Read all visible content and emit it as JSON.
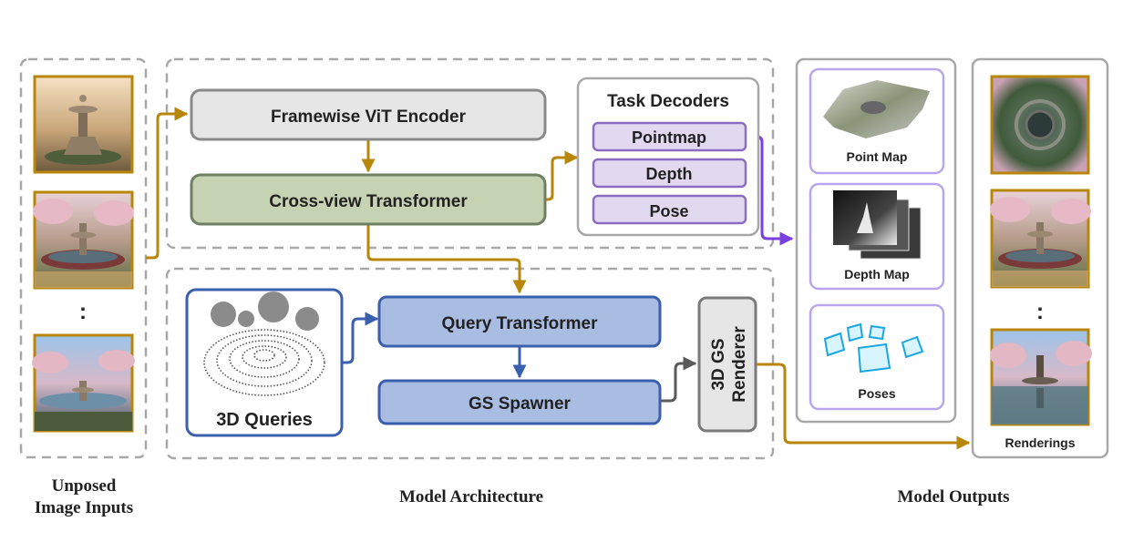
{
  "sections": {
    "inputs_caption_line1": "Unposed",
    "inputs_caption_line2": "Image Inputs",
    "architecture_caption": "Model Architecture",
    "outputs_caption": "Model Outputs"
  },
  "inputs": {
    "ellipsis": ":"
  },
  "encoder": {
    "framewise_vit": "Framewise ViT Encoder",
    "cross_view": "Cross-view Transformer"
  },
  "task_decoders": {
    "title": "Task Decoders",
    "items": [
      "Pointmap",
      "Depth",
      "Pose"
    ]
  },
  "gs_branch": {
    "queries_label": "3D Queries",
    "query_transformer": "Query Transformer",
    "gs_spawner": "GS Spawner",
    "renderer_line1": "3D GS",
    "renderer_line2": "Renderer"
  },
  "outputs": {
    "point_map": "Point Map",
    "depth_map": "Depth Map",
    "poses": "Poses",
    "renderings": "Renderings",
    "ellipsis": ":"
  },
  "colors": {
    "gold_arrow": "#b8860b",
    "blue_arrow": "#3a5fae",
    "purple_arrow": "#7b3fe0",
    "gray_arrow": "#5a5a5a",
    "encoder_fill": "#e6e6e6",
    "cross_view_fill": "#c5d3b3",
    "decoder_fill": "#e2d9f0",
    "decoder_stroke": "#8b6cc0",
    "query_fill": "#a9bde3",
    "query_stroke": "#3a5fae",
    "output_card_stroke": "#b9a6ea"
  }
}
